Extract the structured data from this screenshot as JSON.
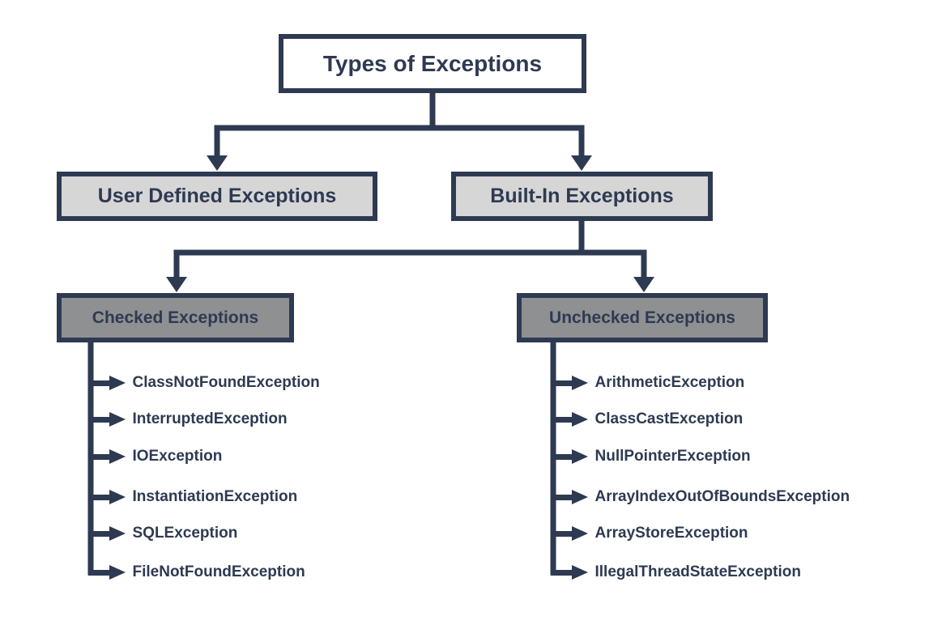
{
  "diagram": {
    "title": "Types of Exceptions",
    "colors": {
      "line": "#2e3a52",
      "root_fill": "#ffffff",
      "branch_fill": "#d6d6d7",
      "sub_fill": "#8f9092"
    },
    "nodes": {
      "root": "Types of Exceptions",
      "user_defined": "User Defined Exceptions",
      "built_in": "Built-In Exceptions",
      "checked": "Checked Exceptions",
      "unchecked": "Unchecked Exceptions"
    },
    "checked_items": [
      "ClassNotFoundException",
      "InterruptedException",
      "IOException",
      "InstantiationException",
      "SQLException",
      "FileNotFoundException"
    ],
    "unchecked_items": [
      "ArithmeticException",
      "ClassCastException",
      "NullPointerException",
      "ArrayIndexOutOfBoundsException",
      "ArrayStoreException",
      "IllegalThreadStateException"
    ]
  }
}
